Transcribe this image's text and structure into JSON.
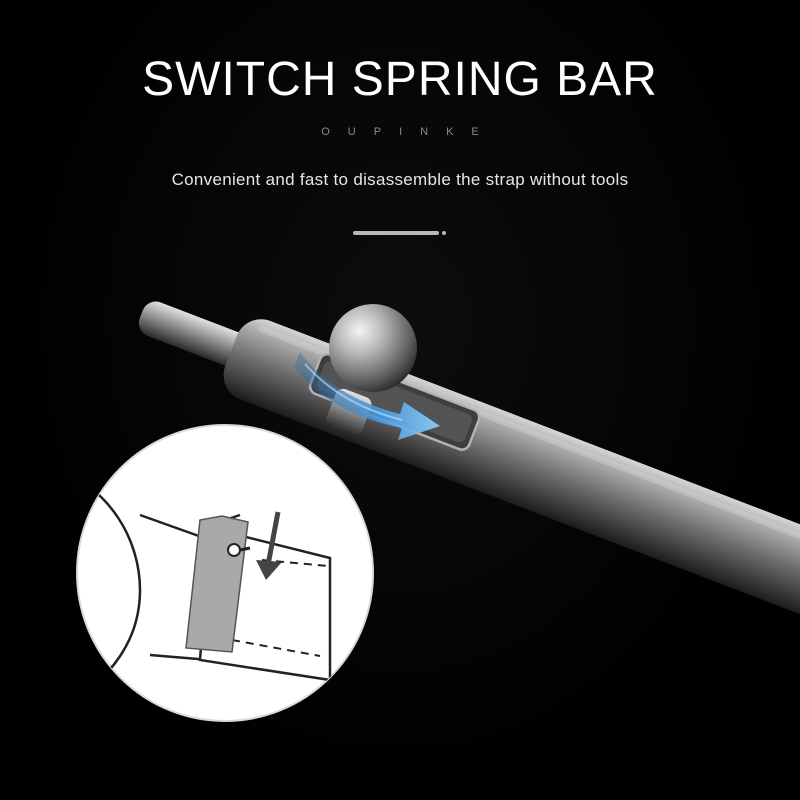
{
  "header": {
    "title": "SWITCH SPRING BAR",
    "brand": "OUPINKE",
    "subtitle": "Convenient and fast to disassemble the strap without tools"
  },
  "colors": {
    "background": "#000000",
    "title": "#ffffff",
    "brand": "#8a8a8a",
    "metal": "#8f8f8f",
    "arrow": "#5aa9e6"
  }
}
